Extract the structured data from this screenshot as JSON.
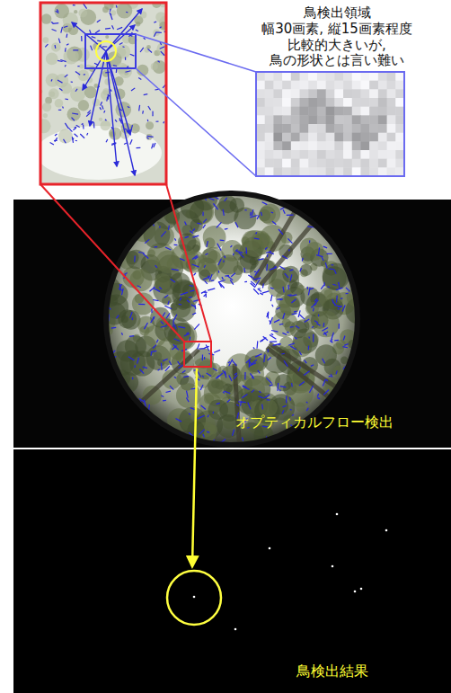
{
  "diagram": {
    "labels": [
      "鳥検出領域",
      "幅30画素, 縦15画素程度",
      "比較的大きいが,",
      "鳥の形状とは言い難い",
      "オプティカルフロー検出",
      "鳥検出結果"
    ]
  }
}
